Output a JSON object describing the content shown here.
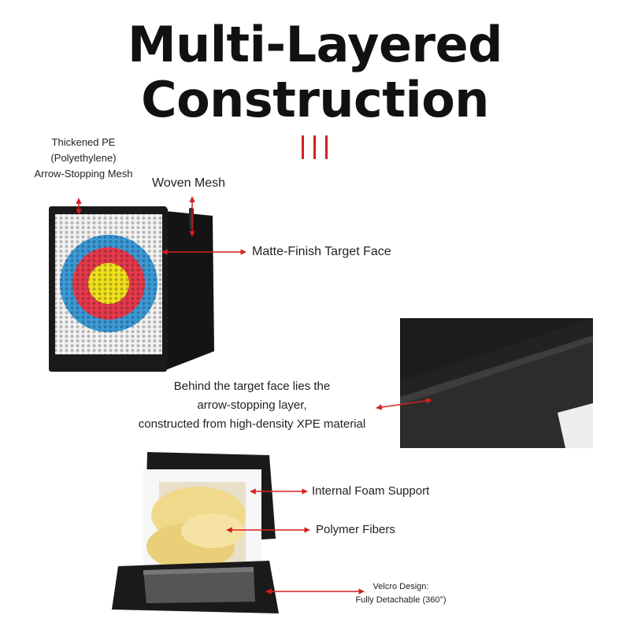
{
  "title": {
    "line1": "Multi-Layered",
    "line2": "Construction"
  },
  "labels": {
    "pe_mesh": [
      "Thickened PE",
      "(Polyethylene)",
      "Arrow-Stopping Mesh"
    ],
    "woven_mesh": "Woven Mesh",
    "target_face": "Matte-Finish Target Face",
    "xpe_layer": [
      "Behind the target face lies the",
      "arrow-stopping layer,",
      "constructed from high-density XPE material"
    ],
    "foam_support": "Internal Foam Support",
    "polymer_fibers": "Polymer Fibers",
    "velcro": [
      "Velcro Design:",
      "Fully Detachable (360°)"
    ]
  },
  "colors": {
    "accent": "#d61f1f",
    "ring_blue": "#3a9bd9",
    "ring_red": "#e8394a",
    "ring_yellow": "#f2e21b",
    "bag_black": "#1a1a1a"
  }
}
